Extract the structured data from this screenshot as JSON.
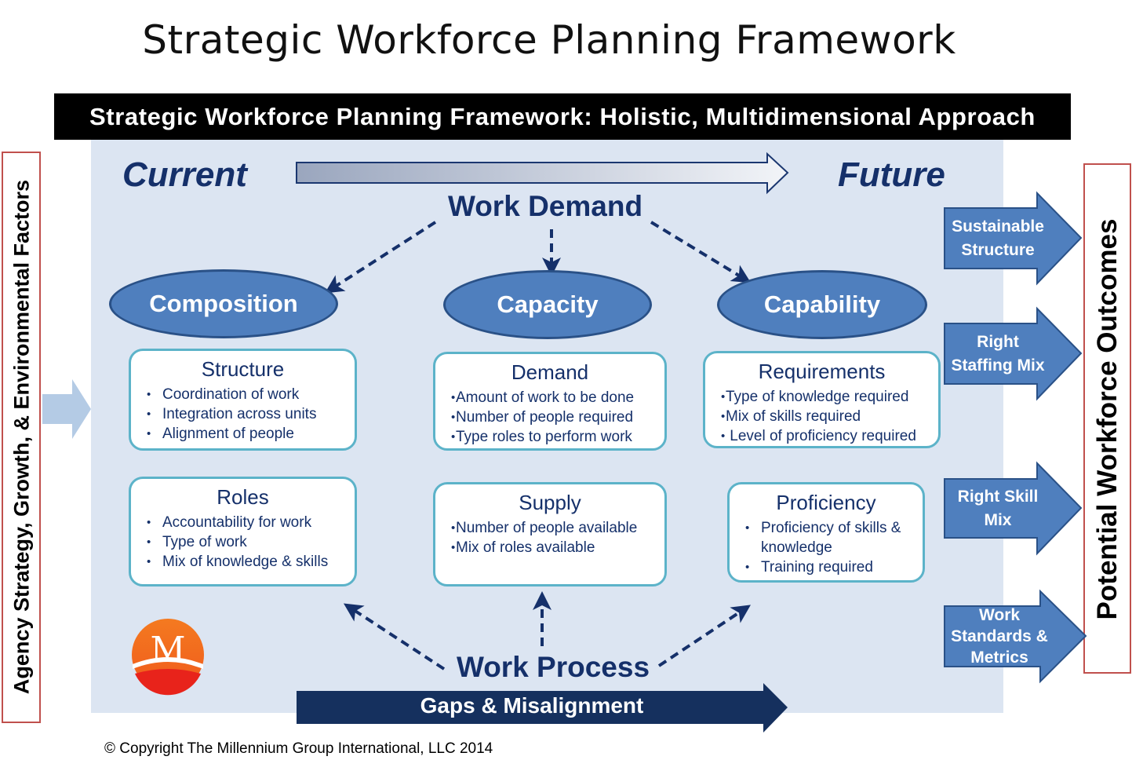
{
  "title": "Strategic Workforce Planning Framework",
  "banner": "Strategic Workforce Planning Framework: Holistic, Multidimensional Approach",
  "timeline": {
    "current": "Current",
    "future": "Future"
  },
  "left_label": "Agency Strategy, Growth, & Environmental Factors",
  "right_label": "Potential Workforce Outcomes",
  "work_demand": "Work Demand",
  "work_process": "Work Process",
  "gaps": "Gaps & Misalignment",
  "dimensions": [
    "Composition",
    "Capacity",
    "Capability"
  ],
  "cards": {
    "structure": {
      "title": "Structure",
      "items": [
        "Coordination of work",
        "Integration across units",
        "Alignment  of people"
      ]
    },
    "demand": {
      "title": "Demand",
      "items": [
        "Amount  of work to be done",
        "Number  of people required",
        "Type roles to perform work"
      ]
    },
    "requirements": {
      "title": "Requirements",
      "items": [
        "Type of knowledge required",
        "Mix of skills required",
        " Level of proficiency required"
      ]
    },
    "roles": {
      "title": "Roles",
      "items": [
        "Accountability for  work",
        "Type of work",
        "Mix of knowledge & skills"
      ]
    },
    "supply": {
      "title": "Supply",
      "items": [
        "Number  of people available",
        "Mix of roles available"
      ]
    },
    "proficiency": {
      "title": "Proficiency",
      "items": [
        "Proficiency of skills & knowledge",
        "Training  required"
      ]
    }
  },
  "outcomes": [
    {
      "line1": "Sustainable",
      "line2": "Structure"
    },
    {
      "line1": "Right",
      "line2": "Staffing Mix"
    },
    {
      "line1": "Right Skill",
      "line2": "Mix"
    },
    {
      "line1": "Work",
      "line2": "Standards &",
      "line3": "Metrics"
    }
  ],
  "logo": {
    "letter": "M"
  },
  "copyright": "© Copyright The Millennium Group International, LLC 2014",
  "colors": {
    "navy": "#15306a",
    "ellipse": "#4f7fbe",
    "outcome_arrow": "#4f7fbe",
    "panel": "#dce5f2",
    "card_border": "#5cb3c9",
    "gap_arrow": "#15305e"
  }
}
